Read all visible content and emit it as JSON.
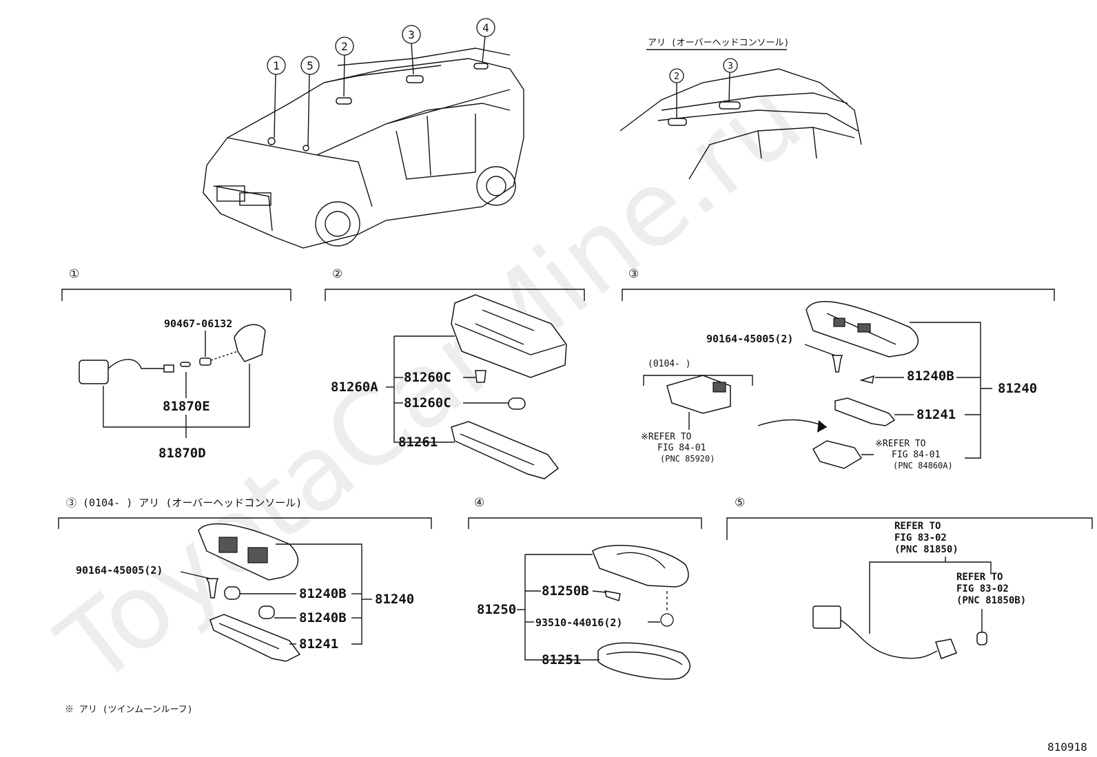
{
  "watermark": "ToyotaCarMine.ru",
  "figure_number": "810918",
  "footnote": "※ アリ (ツインムーンルーフ)",
  "top_right_caption": "アリ (オーバーヘッドコンソール)",
  "location_markers": [
    "1",
    "2",
    "3",
    "4",
    "5"
  ],
  "sections": [
    {
      "id": "1",
      "header": "①",
      "parts": [
        "90467-06132",
        "81870E",
        "81870D"
      ]
    },
    {
      "id": "2",
      "header": "②",
      "parts": [
        "81260A",
        "81260C",
        "81260C",
        "81261"
      ]
    },
    {
      "id": "3",
      "header": "③",
      "sub_label": "(0104-        )",
      "parts": [
        "90164-45005(2)",
        "81240B",
        "81240",
        "81241"
      ],
      "refer_switch": [
        "※REFER TO",
        "FIG 84-01",
        "(PNC 85920)"
      ],
      "refer_lamp": [
        "※REFER TO",
        "FIG 84-01",
        "(PNC 84860A)"
      ]
    },
    {
      "id": "3b",
      "header": "③  (0104-        ) アリ (オーバーヘッドコンソール)",
      "parts": [
        "90164-45005(2)",
        "81240B",
        "81240B",
        "81240",
        "81241"
      ]
    },
    {
      "id": "4",
      "header": "④",
      "parts": [
        "81250B",
        "81250",
        "93510-44016(2)",
        "81251"
      ]
    },
    {
      "id": "5",
      "header": "⑤",
      "refer_harness": [
        "REFER TO",
        "FIG 83-02",
        "(PNC 81850)"
      ],
      "refer_bulb": [
        "REFER TO",
        "FIG 83-02",
        "(PNC 81850B)"
      ]
    }
  ]
}
